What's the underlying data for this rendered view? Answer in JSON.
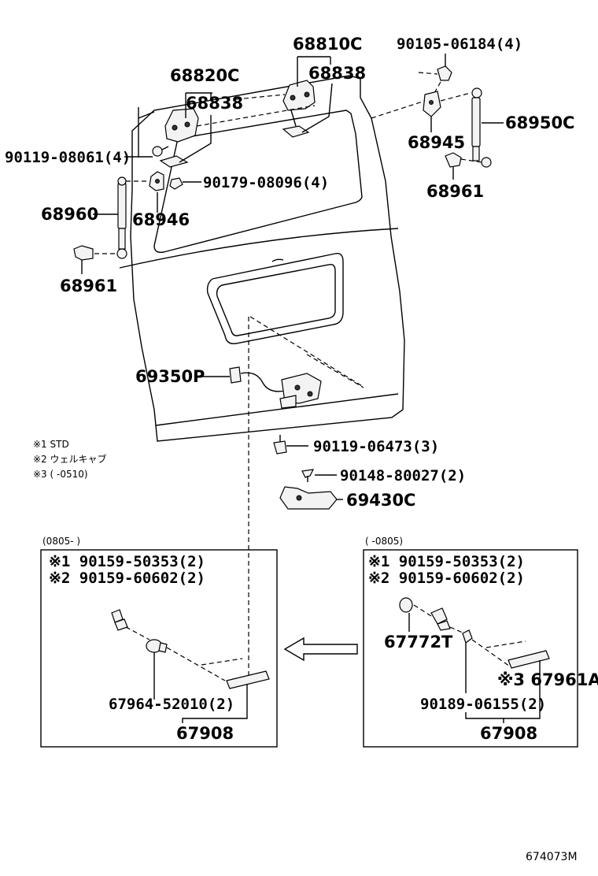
{
  "parts": {
    "p68810C": "68810C",
    "p68838_top": "68838",
    "p68820C": "68820C",
    "p68838_left": "68838",
    "p90119_08061": "90119-08061(4)",
    "p90179_08096": "90179-08096(4)",
    "p68960": "68960",
    "p68946": "68946",
    "p68961_left": "68961",
    "p90105_06184": "90105-06184(4)",
    "p68950C": "68950C",
    "p68945": "68945",
    "p68961_right": "68961",
    "p69350P": "69350P",
    "p90119_06473": "90119-06473(3)",
    "p90148_80027": "90148-80027(2)",
    "p69430C": "69430C"
  },
  "notes": {
    "n1": "※1 STD",
    "n2": "※2 ウェルキャブ",
    "n3": "※3 (        -0510)"
  },
  "left_box": {
    "period": "(0805-        )",
    "l1": "※1 90159-50353(2)",
    "l2": "※2 90159-60602(2)",
    "p67964": "67964-52010(2)",
    "p67908": "67908"
  },
  "right_box": {
    "period": "(        -0805)",
    "l1": "※1 90159-50353(2)",
    "l2": "※2 90159-60602(2)",
    "p67772T": "67772T",
    "p67961A": "※3 67961A",
    "p90189": "90189-06155(2)",
    "p67908": "67908"
  },
  "figure_id": "674073M"
}
